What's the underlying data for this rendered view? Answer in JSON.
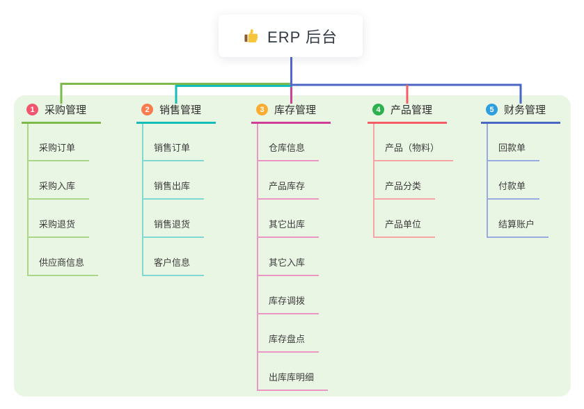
{
  "root": {
    "label": "ERP 后台",
    "icon": "thumbs-up-icon"
  },
  "theme": {
    "panel_bg": "#EAF6E4",
    "root_line_color": "#5566D0",
    "thumb_color": "#F5C63C",
    "thumb_cuff_color": "#8C5A2B"
  },
  "branches": [
    {
      "badge": "1",
      "label": "采购管理",
      "badge_color": "#F2566E",
      "line_color": "#7DBA4E",
      "child_line_color": "#ABD687",
      "children": [
        "采购订单",
        "采购入库",
        "采购退货",
        "供应商信息"
      ]
    },
    {
      "badge": "2",
      "label": "销售管理",
      "badge_color": "#F97C4F",
      "line_color": "#14BDB8",
      "child_line_color": "#7FD8D2",
      "children": [
        "销售订单",
        "销售出库",
        "销售退货",
        "客户信息"
      ]
    },
    {
      "badge": "3",
      "label": "库存管理",
      "badge_color": "#FBAD33",
      "line_color": "#CE3F97",
      "child_line_color": "#EC96C6",
      "children": [
        "仓库信息",
        "产品库存",
        "其它出库",
        "其它入库",
        "库存调拨",
        "库存盘点",
        "出库库明细"
      ]
    },
    {
      "badge": "4",
      "label": "产品管理",
      "badge_color": "#2CB14E",
      "line_color": "#F25E63",
      "child_line_color": "#F8A3A6",
      "children": [
        "产品（物料）",
        "产品分类",
        "产品单位"
      ]
    },
    {
      "badge": "5",
      "label": "财务管理",
      "badge_color": "#2D9EE0",
      "line_color": "#4A66C5",
      "child_line_color": "#98ABE0",
      "children": [
        "回款单",
        "付款单",
        "结算账户"
      ]
    }
  ]
}
